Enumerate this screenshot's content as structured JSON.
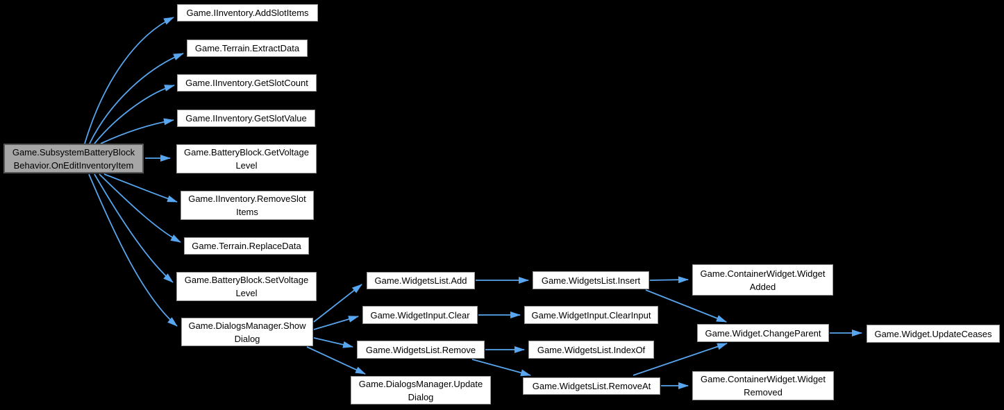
{
  "diagram": {
    "type": "call-graph",
    "background": "#000000",
    "edge_color": "#58a6f0",
    "node_fill": "#ffffff",
    "node_border": "#969696",
    "main_node_fill": "#a6a6a6",
    "main_node_border": "#565656",
    "text_color": "#000000"
  },
  "nodes": [
    {
      "id": "main",
      "label": "Game.SubsystemBatteryBlock\nBehavior.OnEditInventoryItem"
    },
    {
      "id": "add_slot_items",
      "label": "Game.IInventory.AddSlotItems"
    },
    {
      "id": "extract_data",
      "label": "Game.Terrain.ExtractData"
    },
    {
      "id": "get_slot_count",
      "label": "Game.IInventory.GetSlotCount"
    },
    {
      "id": "get_slot_value",
      "label": "Game.IInventory.GetSlotValue"
    },
    {
      "id": "get_voltage_level",
      "label": "Game.BatteryBlock.GetVoltage\nLevel"
    },
    {
      "id": "remove_slot_items",
      "label": "Game.IInventory.RemoveSlot\nItems"
    },
    {
      "id": "replace_data",
      "label": "Game.Terrain.ReplaceData"
    },
    {
      "id": "set_voltage_level",
      "label": "Game.BatteryBlock.SetVoltage\nLevel"
    },
    {
      "id": "show_dialog",
      "label": "Game.DialogsManager.Show\nDialog"
    },
    {
      "id": "widgets_list_add",
      "label": "Game.WidgetsList.Add"
    },
    {
      "id": "widget_input_clear",
      "label": "Game.WidgetInput.Clear"
    },
    {
      "id": "widgets_list_remove",
      "label": "Game.WidgetsList.Remove"
    },
    {
      "id": "update_dialog",
      "label": "Game.DialogsManager.Update\nDialog"
    },
    {
      "id": "widgets_list_insert",
      "label": "Game.WidgetsList.Insert"
    },
    {
      "id": "widget_input_clear_input",
      "label": "Game.WidgetInput.ClearInput"
    },
    {
      "id": "widgets_list_index_of",
      "label": "Game.WidgetsList.IndexOf"
    },
    {
      "id": "widgets_list_remove_at",
      "label": "Game.WidgetsList.RemoveAt"
    },
    {
      "id": "container_widget_widget_added",
      "label": "Game.ContainerWidget.Widget\nAdded"
    },
    {
      "id": "widget_change_parent",
      "label": "Game.Widget.ChangeParent"
    },
    {
      "id": "container_widget_widget_removed",
      "label": "Game.ContainerWidget.Widget\nRemoved"
    },
    {
      "id": "widget_update_ceases",
      "label": "Game.Widget.UpdateCeases"
    }
  ],
  "edges": [
    {
      "from": "main",
      "to": "add_slot_items"
    },
    {
      "from": "main",
      "to": "extract_data"
    },
    {
      "from": "main",
      "to": "get_slot_count"
    },
    {
      "from": "main",
      "to": "get_slot_value"
    },
    {
      "from": "main",
      "to": "get_voltage_level"
    },
    {
      "from": "main",
      "to": "remove_slot_items"
    },
    {
      "from": "main",
      "to": "replace_data"
    },
    {
      "from": "main",
      "to": "set_voltage_level"
    },
    {
      "from": "main",
      "to": "show_dialog"
    },
    {
      "from": "show_dialog",
      "to": "widgets_list_add"
    },
    {
      "from": "show_dialog",
      "to": "widget_input_clear"
    },
    {
      "from": "show_dialog",
      "to": "widgets_list_remove"
    },
    {
      "from": "show_dialog",
      "to": "update_dialog"
    },
    {
      "from": "widgets_list_add",
      "to": "widgets_list_insert"
    },
    {
      "from": "widget_input_clear",
      "to": "widget_input_clear_input"
    },
    {
      "from": "widgets_list_remove",
      "to": "widgets_list_index_of"
    },
    {
      "from": "widgets_list_remove",
      "to": "widgets_list_remove_at"
    },
    {
      "from": "widgets_list_insert",
      "to": "container_widget_widget_added"
    },
    {
      "from": "widgets_list_insert",
      "to": "widget_change_parent"
    },
    {
      "from": "widgets_list_remove_at",
      "to": "widget_change_parent"
    },
    {
      "from": "widgets_list_remove_at",
      "to": "container_widget_widget_removed"
    },
    {
      "from": "widget_change_parent",
      "to": "widget_update_ceases"
    }
  ]
}
